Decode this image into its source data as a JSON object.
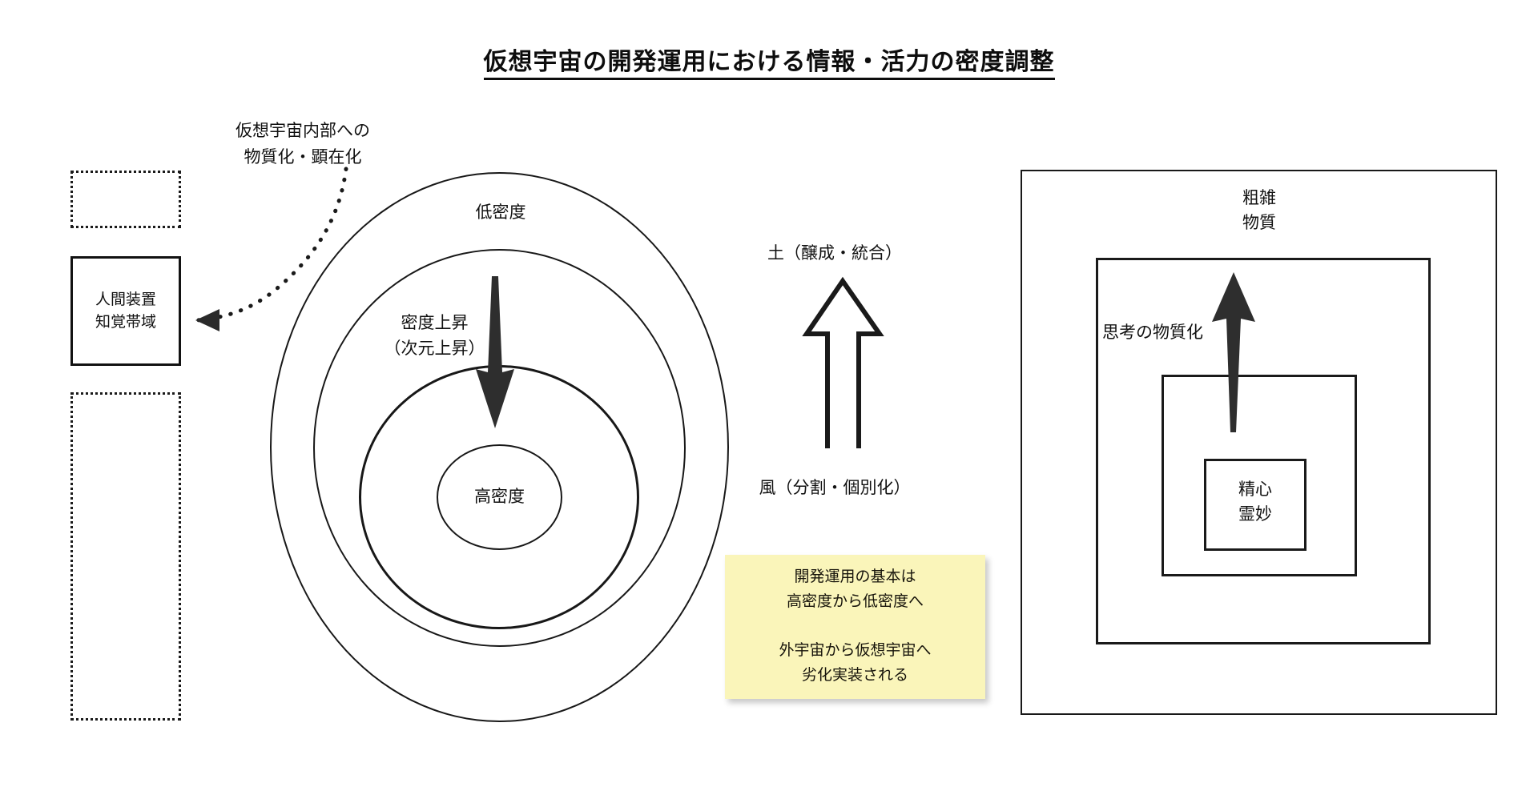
{
  "page": {
    "title": "仮想宇宙の開発運用における情報・活力の密度調整",
    "background_color": "#ffffff",
    "ink_color": "#1a1a1a"
  },
  "left_panel": {
    "dotted_box_top_label": "",
    "dotted_box_bottom_label": "",
    "human_device": {
      "line1": "人間装置",
      "line2": "知覚帯域"
    },
    "callout": {
      "text": "仮想宇宙内部への\n物質化・顕在化"
    }
  },
  "density_ovals": {
    "outer_label": "低密度",
    "middle_label": "密度上昇\n（次元上昇）",
    "core_label": "高密度",
    "arrow_direction": "down",
    "arrow_meaning": "density-increase-inward"
  },
  "elements_column": {
    "earth_label": "土（醸成・統合）",
    "wind_label": "風（分割・個別化）",
    "arrow_direction": "up",
    "arrow_style": "hollow"
  },
  "sticky_note": {
    "text": "開発運用の基本は\n高密度から低密度へ\n\n外宇宙から仮想宇宙へ\n劣化実装される",
    "color": "#faf5ba"
  },
  "matter_squares": {
    "outer_label": "粗雑\n物質",
    "middle_label": "思考の物質化",
    "core_label": "精心\n霊妙",
    "arrow_direction": "up",
    "arrow_style": "solid"
  }
}
